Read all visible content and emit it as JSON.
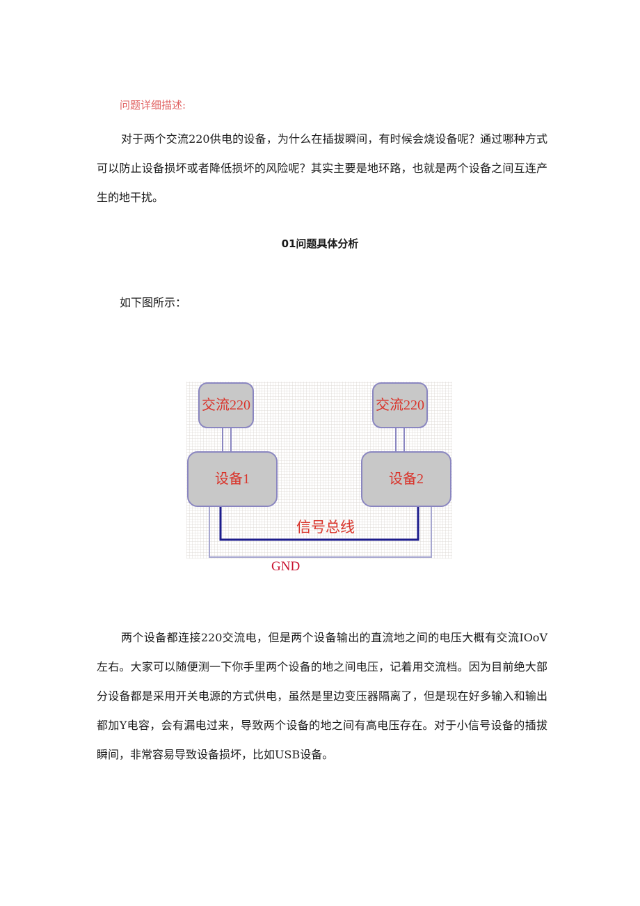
{
  "header_label": "问题详细描述:",
  "paragraph_1": "对于两个交流220供电的设备，为什么在插拔瞬间，有时候会烧设备呢？通过哪种方式可以防止设备损坏或者降低损坏的风险呢？其实主要是地环路，也就是两个设备之间互连产生的地干扰。",
  "section_title": "01问题具体分析",
  "intro_text": "如下图所示：",
  "diagram": {
    "ac_left": "交流220",
    "ac_right": "交流220",
    "device_left": "设备1",
    "device_right": "设备2",
    "bus_label": "信号总线",
    "gnd_label": "GND",
    "colors": {
      "box_fill": "#c8c8c8",
      "box_stroke": "#8a86c0",
      "text_red": "#d9342b",
      "bus_line": "#1c1c8c",
      "gnd_line": "#a6a6cf"
    }
  },
  "paragraph_2": "两个设备都连接220交流电，但是两个设备输出的直流地之间的电压大概有交流IOoV左右。大家可以随便测一下你手里两个设备的地之间电压，记着用交流档。因为目前绝大部分设备都是采用开关电源的方式供电，虽然是里边变压器隔离了，但是现在好多输入和输出都加Y电容，会有漏电过来，导致两个设备的地之间有高电压存在。对于小信号设备的插拔瞬间，非常容易导致设备损坏，比如USB设备。"
}
